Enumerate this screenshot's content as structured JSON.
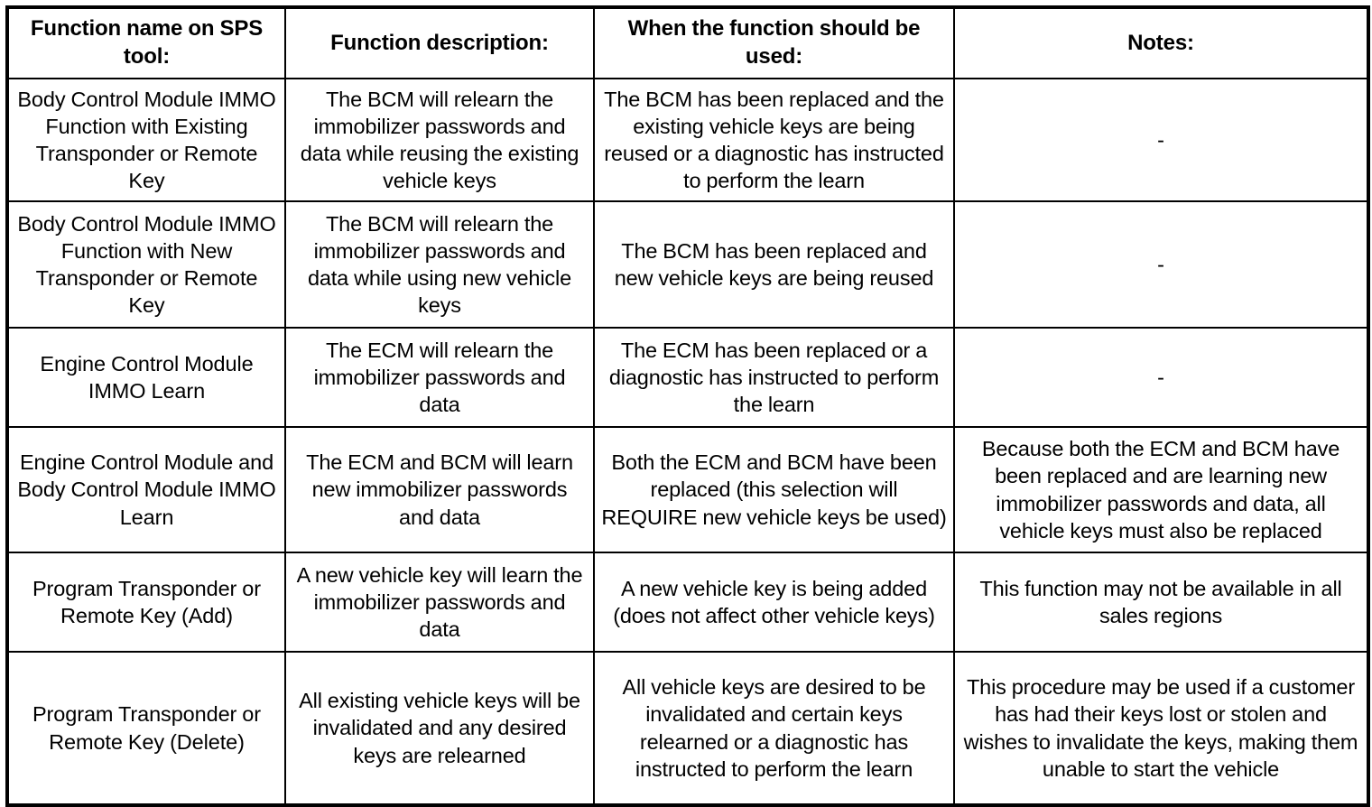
{
  "table": {
    "columns": [
      {
        "key": "function_name",
        "header": "Function name on SPS tool:"
      },
      {
        "key": "function_description",
        "header": "Function description:"
      },
      {
        "key": "when_used",
        "header": "When the function should be used:"
      },
      {
        "key": "notes",
        "header": "Notes:"
      }
    ],
    "rows": [
      {
        "function_name": "Body Control Module IMMO Function with Existing Transponder or Remote Key",
        "function_description": "The BCM will relearn the immobilizer passwords and data while reusing the existing vehicle keys",
        "when_used": "The BCM has been replaced and the existing vehicle keys are being reused or a diagnostic has instructed to perform the learn",
        "notes": "-"
      },
      {
        "function_name": "Body Control Module IMMO Function with New Transponder or Remote Key",
        "function_description": "The BCM will relearn the immobilizer passwords and data while using new vehicle keys",
        "when_used": "The BCM has been replaced and new vehicle keys are being reused",
        "notes": "-"
      },
      {
        "function_name": "Engine Control Module IMMO Learn",
        "function_description": "The ECM will relearn the immobilizer passwords and data",
        "when_used": "The ECM has been replaced or a diagnostic has instructed to perform the learn",
        "notes": "-"
      },
      {
        "function_name": "Engine Control Module and Body Control Module IMMO Learn",
        "function_description": "The ECM and BCM will learn new immobilizer passwords and data",
        "when_used": "Both the ECM and BCM have been replaced (this selection will REQUIRE new vehicle keys be used)",
        "notes": "Because both the ECM and BCM have been replaced and are learning new immobilizer passwords and data, all vehicle keys must also be replaced"
      },
      {
        "function_name": "Program Transponder or Remote Key (Add)",
        "function_description": "A new vehicle key will learn the immobilizer passwords and data",
        "when_used": "A new vehicle key is being added (does not affect other vehicle keys)",
        "notes": "This function may not be available in all sales regions"
      },
      {
        "function_name": "Program Transponder or Remote Key (Delete)",
        "function_description": "All existing vehicle keys will be invalidated and any desired keys are relearned",
        "when_used": "All vehicle keys are desired to be invalidated and certain keys relearned or a diagnostic has instructed to perform the learn",
        "notes": "This procedure may be used if a customer has had their keys lost or stolen and wishes to invalidate the keys, making them unable to start the vehicle"
      }
    ]
  },
  "colors": {
    "text": "#000000",
    "background": "#ffffff",
    "border": "#000000"
  }
}
